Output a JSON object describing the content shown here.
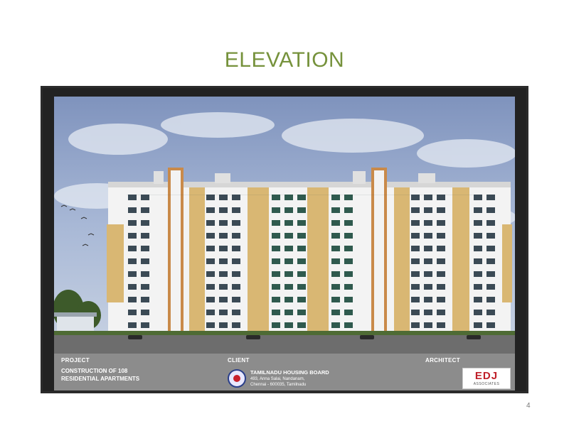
{
  "slide": {
    "title": "ELEVATION",
    "page_number": "4"
  },
  "caption": {
    "project_label": "PROJECT",
    "project_line1": "CONSTRUCTION OF  108",
    "project_line2": "RESIDENTIAL APARTMENTS",
    "client_label": "CLIENT",
    "client_name": "TAMILNADU HOUSING BOARD",
    "client_addr1": "493,  Anna Salai, Nandanam,",
    "client_addr2": "Chennai - 600035, Tamilnadu",
    "architect_label": "ARCHITECT",
    "architect_logo_text": "EDJ",
    "architect_logo_sub": "ASSOCIATES"
  },
  "image": {
    "icon": "building-elevation-rendering",
    "sky_color": "#8ea2c8",
    "facade_color": "#f3f3f3",
    "accent_color": "#d9b773",
    "frame_color": "#222222"
  }
}
